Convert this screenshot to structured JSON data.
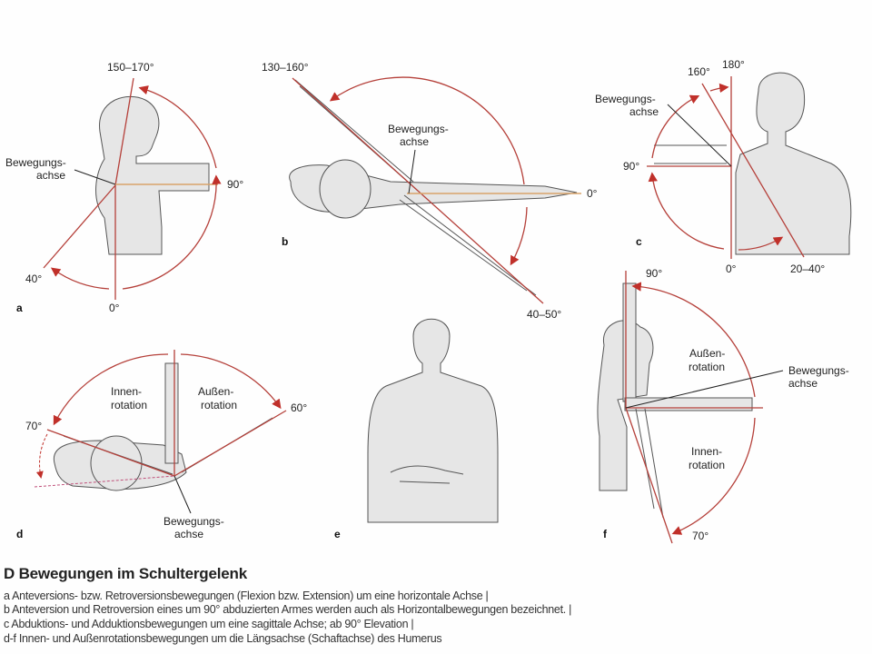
{
  "figure": {
    "panels": {
      "a": {
        "letter": "a",
        "angles": {
          "top": "150–170°",
          "right": "90°",
          "back": "40°",
          "bottom": "0°"
        },
        "axis_label": [
          "Bewegungs-",
          "achse"
        ]
      },
      "b": {
        "letter": "b",
        "angles": {
          "top": "130–160°",
          "right": "0°",
          "bottom": "40–50°"
        },
        "axis_label": [
          "Bewegungs-",
          "achse"
        ]
      },
      "c": {
        "letter": "c",
        "angles": {
          "deg160": "160°",
          "deg180": "180°",
          "deg90": "90°",
          "deg0": "0°",
          "adduction": "20–40°"
        },
        "axis_label": [
          "Bewegungs-",
          "achse"
        ]
      },
      "d": {
        "letter": "d",
        "angles": {
          "left": "70°",
          "right": "60°"
        },
        "inner_label": [
          "Innen-",
          "rotation"
        ],
        "outer_label": [
          "Außen-",
          "rotation"
        ],
        "axis_label": [
          "Bewegungs-",
          "achse"
        ]
      },
      "e": {
        "letter": "e"
      },
      "f": {
        "letter": "f",
        "angles": {
          "top": "90°",
          "bottom": "70°"
        },
        "outer_label": [
          "Außen-",
          "rotation"
        ],
        "inner_label": [
          "Innen-",
          "rotation"
        ],
        "axis_label": [
          "Bewegungs-",
          "achse"
        ]
      }
    }
  },
  "caption": {
    "title": "D Bewegungen im Schultergelenk",
    "lines": [
      "a Anteversions- bzw. Retroversionsbewegungen (Flexion bzw. Extension) um eine horizontale Achse |",
      "b Anteversion und Retroversion eines um 90° abduzierten Armes werden auch als Horizontalbewegungen bezeichnet. |",
      "c Abduktions- und Adduktionsbewegungen um eine sagittale Achse; ab 90° Elevation |",
      "d-f Innen- und Außenrotationsbewegungen um die Längsachse (Schaftachse) des Humerus"
    ]
  },
  "colors": {
    "arc": "#b5403a",
    "axis": "#d9a36a",
    "body": "#e6e6e6"
  }
}
